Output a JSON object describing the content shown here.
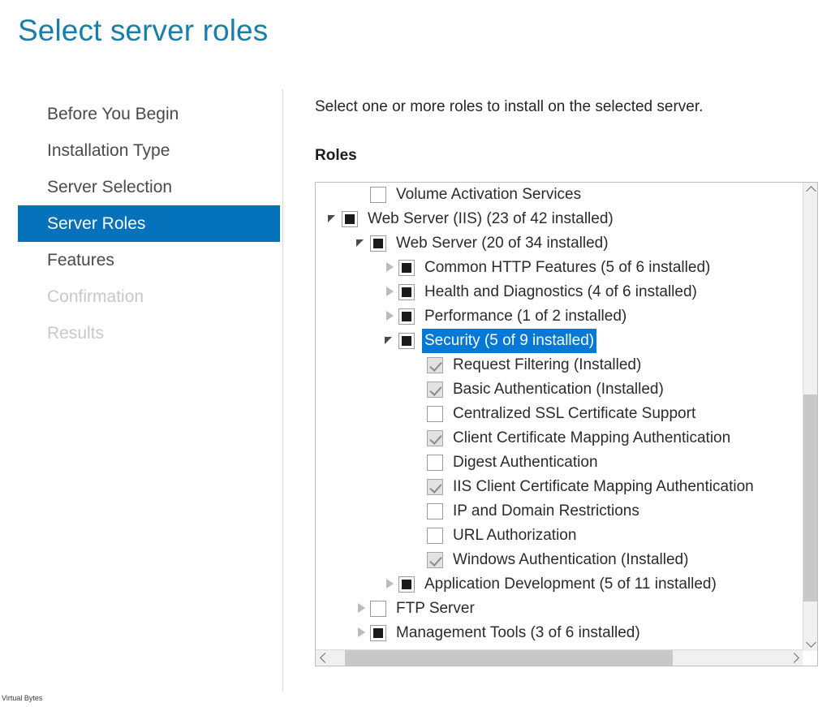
{
  "page": {
    "title": "Select server roles",
    "title_color": "#1a7fa8",
    "accent_color": "#0472bb",
    "selection_color": "#0478d6"
  },
  "wizard_nav": {
    "items": [
      {
        "label": "Before You Begin",
        "state": "normal"
      },
      {
        "label": "Installation Type",
        "state": "normal"
      },
      {
        "label": "Server Selection",
        "state": "normal"
      },
      {
        "label": "Server Roles",
        "state": "selected"
      },
      {
        "label": "Features",
        "state": "normal"
      },
      {
        "label": "Confirmation",
        "state": "disabled"
      },
      {
        "label": "Results",
        "state": "disabled"
      }
    ]
  },
  "main": {
    "instruction": "Select one or more roles to install on the selected server.",
    "section_label": "Roles",
    "tree": [
      {
        "label": "Volume Activation Services",
        "indent": 1,
        "twisty": "none",
        "check": "unchecked",
        "selected": false
      },
      {
        "label": "Web Server (IIS) (23 of 42 installed)",
        "indent": 0,
        "twisty": "expanded",
        "check": "partial",
        "selected": false
      },
      {
        "label": "Web Server (20 of 34 installed)",
        "indent": 1,
        "twisty": "expanded",
        "check": "partial",
        "selected": false
      },
      {
        "label": "Common HTTP Features (5 of 6 installed)",
        "indent": 2,
        "twisty": "collapsed",
        "check": "partial",
        "selected": false
      },
      {
        "label": "Health and Diagnostics (4 of 6 installed)",
        "indent": 2,
        "twisty": "collapsed",
        "check": "partial",
        "selected": false
      },
      {
        "label": "Performance (1 of 2 installed)",
        "indent": 2,
        "twisty": "collapsed",
        "check": "partial",
        "selected": false
      },
      {
        "label": "Security (5 of 9 installed)",
        "indent": 2,
        "twisty": "expanded",
        "check": "partial",
        "selected": true
      },
      {
        "label": "Request Filtering (Installed)",
        "indent": 3,
        "twisty": "none",
        "check": "checked-disabled",
        "selected": false
      },
      {
        "label": "Basic Authentication (Installed)",
        "indent": 3,
        "twisty": "none",
        "check": "checked-disabled",
        "selected": false
      },
      {
        "label": "Centralized SSL Certificate Support",
        "indent": 3,
        "twisty": "none",
        "check": "unchecked",
        "selected": false
      },
      {
        "label": "Client Certificate Mapping Authentication",
        "indent": 3,
        "twisty": "none",
        "check": "checked-disabled",
        "selected": false
      },
      {
        "label": "Digest Authentication",
        "indent": 3,
        "twisty": "none",
        "check": "unchecked",
        "selected": false
      },
      {
        "label": "IIS Client Certificate Mapping Authentication",
        "indent": 3,
        "twisty": "none",
        "check": "checked-disabled",
        "selected": false
      },
      {
        "label": "IP and Domain Restrictions",
        "indent": 3,
        "twisty": "none",
        "check": "unchecked",
        "selected": false
      },
      {
        "label": "URL Authorization",
        "indent": 3,
        "twisty": "none",
        "check": "unchecked",
        "selected": false
      },
      {
        "label": "Windows Authentication (Installed)",
        "indent": 3,
        "twisty": "none",
        "check": "checked-disabled",
        "selected": false
      },
      {
        "label": "Application Development (5 of 11 installed)",
        "indent": 2,
        "twisty": "collapsed",
        "check": "partial",
        "selected": false
      },
      {
        "label": "FTP Server",
        "indent": 1,
        "twisty": "collapsed",
        "check": "unchecked",
        "selected": false
      },
      {
        "label": "Management Tools (3 of 6 installed)",
        "indent": 1,
        "twisty": "collapsed",
        "check": "partial",
        "selected": false
      }
    ],
    "scrollbars": {
      "vertical_thumb_top_pct": 45,
      "vertical_thumb_height_pct": 47,
      "horizontal_thumb_left_pct": 3,
      "horizontal_thumb_width_pct": 72
    }
  },
  "status_bar": {
    "text": "Virtual Bytes"
  }
}
